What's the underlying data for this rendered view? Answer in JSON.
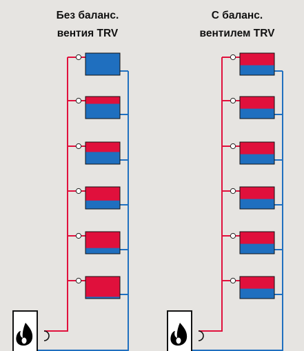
{
  "background": "#e6e4e1",
  "colors": {
    "supply_pipe": "#e0103c",
    "return_pipe": "#1f6fbf",
    "radiator_hot": "#e0103c",
    "radiator_cold": "#1f6fbf",
    "valve": "#ffffff",
    "boiler_fill": "#ffffff",
    "boiler_outline": "#111111",
    "flame": "#000000"
  },
  "panels": [
    {
      "id": "unbalanced",
      "title_lines": [
        "Без баланс.",
        "вентия TRV"
      ],
      "hot_fractions": [
        0.0,
        0.33,
        0.45,
        0.62,
        0.74,
        0.92
      ],
      "icons": {
        "boiler": "boiler-icon",
        "flame": "flame-icon",
        "pump": "pump-icon",
        "valve": "valve-icon",
        "radiator": "radiator-icon"
      }
    },
    {
      "id": "balanced",
      "title_lines": [
        "С баланс.",
        "вентилем TRV"
      ],
      "hot_fractions": [
        0.55,
        0.55,
        0.55,
        0.55,
        0.55,
        0.55
      ],
      "icons": {
        "boiler": "boiler-icon",
        "flame": "flame-icon",
        "pump": "pump-icon",
        "valve": "valve-icon",
        "radiator": "radiator-icon"
      }
    }
  ]
}
